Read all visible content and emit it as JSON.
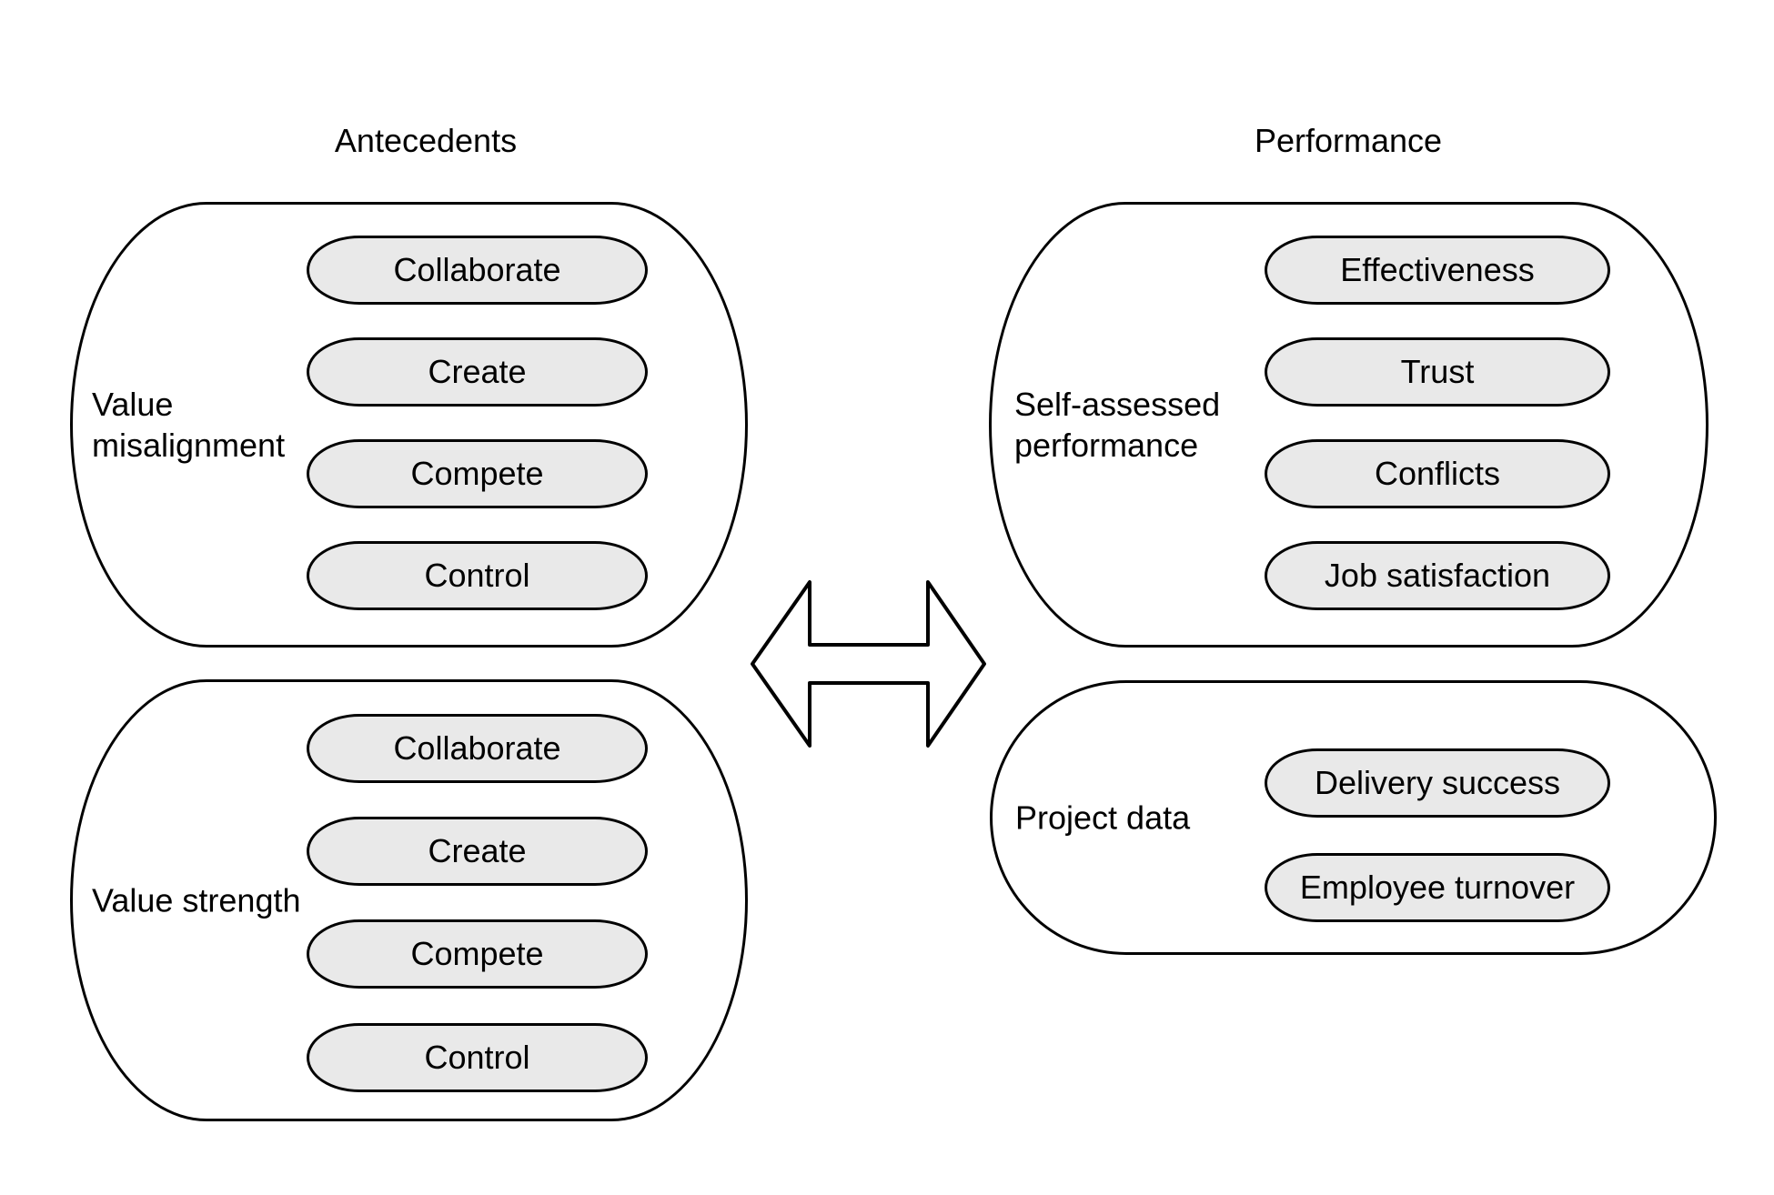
{
  "diagram": {
    "columns": [
      {
        "heading": "Antecedents"
      },
      {
        "heading": "Performance"
      }
    ],
    "groups": [
      {
        "label": "Value misalignment",
        "pills": [
          "Collaborate",
          "Create",
          "Compete",
          "Control"
        ]
      },
      {
        "label": "Value strength",
        "pills": [
          "Collaborate",
          "Create",
          "Compete",
          "Control"
        ]
      },
      {
        "label": "Self-assessed performance",
        "pills": [
          "Effectiveness",
          "Trust",
          "Conflicts",
          "Job satisfaction"
        ]
      },
      {
        "label": "Project data",
        "pills": [
          "Delivery success",
          "Employee turnover"
        ]
      }
    ],
    "connector": {
      "icon": "double-headed-arrow"
    },
    "colors": {
      "background": "#ffffff",
      "shape_fill": "#ffffff",
      "pill_fill": "#e9e9e9",
      "stroke": "#000000",
      "text": "#000000"
    }
  }
}
